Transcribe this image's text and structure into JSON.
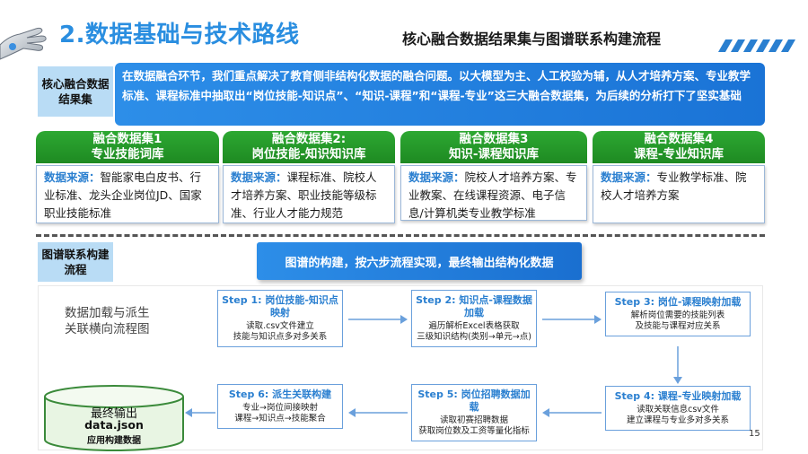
{
  "header": {
    "title": "2.数据基础与技术路线",
    "subtitle": "核心融合数据结果集与图谱联系构建流程"
  },
  "section1": {
    "label": "核心融合数据结果集",
    "intro": "在数据融合环节，我们重点解决了教育侧非结构化数据的融合问题。以大模型为主、人工校验为辅，从人才培养方案、专业教学标准、课程标准中抽取出“岗位技能-知识点”、“知识-课程”和“课程-专业”这三大融合数据集，为后续的分析打下了坚实基础",
    "cards": [
      {
        "title_line1": "融合数据集1",
        "title_line2": "专业技能词库",
        "source_label": "数据来源：",
        "source_text": "智能家电白皮书、行业标准、龙头企业岗位JD、国家职业技能标准"
      },
      {
        "title_line1": "融合数据集2:",
        "title_line2": "岗位技能-知识知识库",
        "source_label": "数据来源：",
        "source_text": "课程标准、院校人才培养方案、职业技能等级标准、行业人才能力规范"
      },
      {
        "title_line1": "融合数据集3",
        "title_line2": "知识-课程知识库",
        "source_label": "数据来源：",
        "source_text": "院校人才培养方案、专业教案、在线课程资源、电子信息/计算机类专业教学标准"
      },
      {
        "title_line1": "融合数据集4",
        "title_line2": "课程-专业知识库",
        "source_label": "数据来源：",
        "source_text": "专业教学标准、院校人才培养方案"
      }
    ]
  },
  "section2": {
    "label": "图谱联系构建流程",
    "banner": "图谱的构建，按六步流程实现，最终输出结构化数据",
    "caption_line1": "数据加载与派生",
    "caption_line2": "关联横向流程图",
    "steps": [
      {
        "title": "Step 1: 岗位技能-知识点映射",
        "desc_line1": "读取.csv文件建立",
        "desc_line2": "技能与知识点多对多关系"
      },
      {
        "title": "Step 2: 知识点-课程数据加载",
        "desc_line1": "遍历解析Excel表格获取",
        "desc_line2": "三级知识结构(类别→单元→点)"
      },
      {
        "title": "Step 3: 岗位-课程映射加载",
        "desc_line1": "解析岗位需要的技能列表",
        "desc_line2": "及技能与课程对应关系"
      },
      {
        "title": "Step 4: 课程-专业映射加载",
        "desc_line1": "读取关联信息csv文件",
        "desc_line2": "建立课程与专业多对多关系"
      },
      {
        "title": "Step 5: 岗位招聘数据加载",
        "desc_line1": "读取初赛招聘数据",
        "desc_line2": "获取岗位数及工资等量化指标"
      },
      {
        "title": "Step 6: 派生关联构建",
        "desc_line1": "专业→岗位间接映射",
        "desc_line2": "课程→知识点→技能聚合"
      }
    ],
    "output": {
      "line1": "最终输出",
      "line2": "data.json",
      "line3": "应用构建数据"
    }
  },
  "page_number": "15",
  "colors": {
    "title_blue": "#2a8ee0",
    "card_green": "#2da832",
    "intro_blue": "#1a73d6",
    "label_bg": "#b9dcf5",
    "step_border": "#6aa0dc"
  },
  "icons": [
    "robot-hand-icon",
    "database-cylinder-icon",
    "arrow-right-icon",
    "arrow-down-icon",
    "arrow-left-icon"
  ]
}
